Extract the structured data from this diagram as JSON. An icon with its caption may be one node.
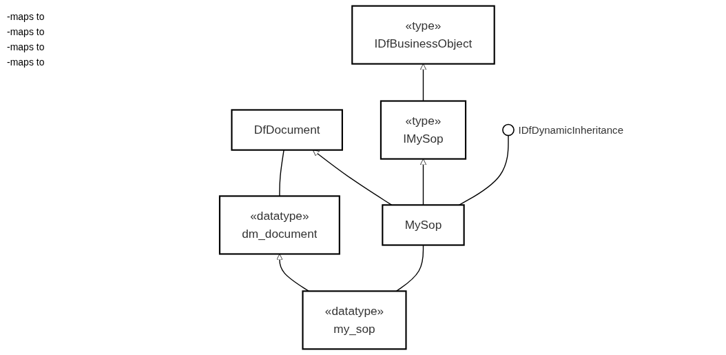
{
  "diagram": {
    "nodes": [
      {
        "text": [
          "«datatype»",
          "dm_document"
        ]
      },
      {
        "text": [
          "DfDocument"
        ]
      },
      {
        "text": [
          "«type»",
          "IDfBusinessObject"
        ]
      },
      {
        "text": [
          "«type»",
          "IMySop"
        ]
      },
      {
        "text": [
          "«datatype»",
          "my_sop"
        ]
      },
      {
        "text": [
          "MySop"
        ]
      },
      {
        "text": [],
        "shape": "circle",
        "beside": [
          "IDfDynamicInheritance"
        ]
      }
    ],
    "edges": [
      {
        "from": 0,
        "to": 1,
        "arrow": "none"
      },
      {
        "from": 4,
        "to": 0,
        "arrow": "to"
      },
      {
        "from": 5,
        "to": 1,
        "arrow": "to"
      },
      {
        "from": 3,
        "to": 2,
        "arrow": "to"
      },
      {
        "from": 4,
        "to": 5,
        "arrow": "none"
      },
      {
        "from": 5,
        "to": 6,
        "arrow": "none"
      },
      {
        "from": 5,
        "to": 3,
        "arrow": "to"
      }
    ],
    "labels": [
      "-maps to",
      "-maps to",
      "-maps to",
      "-maps to"
    ]
  }
}
